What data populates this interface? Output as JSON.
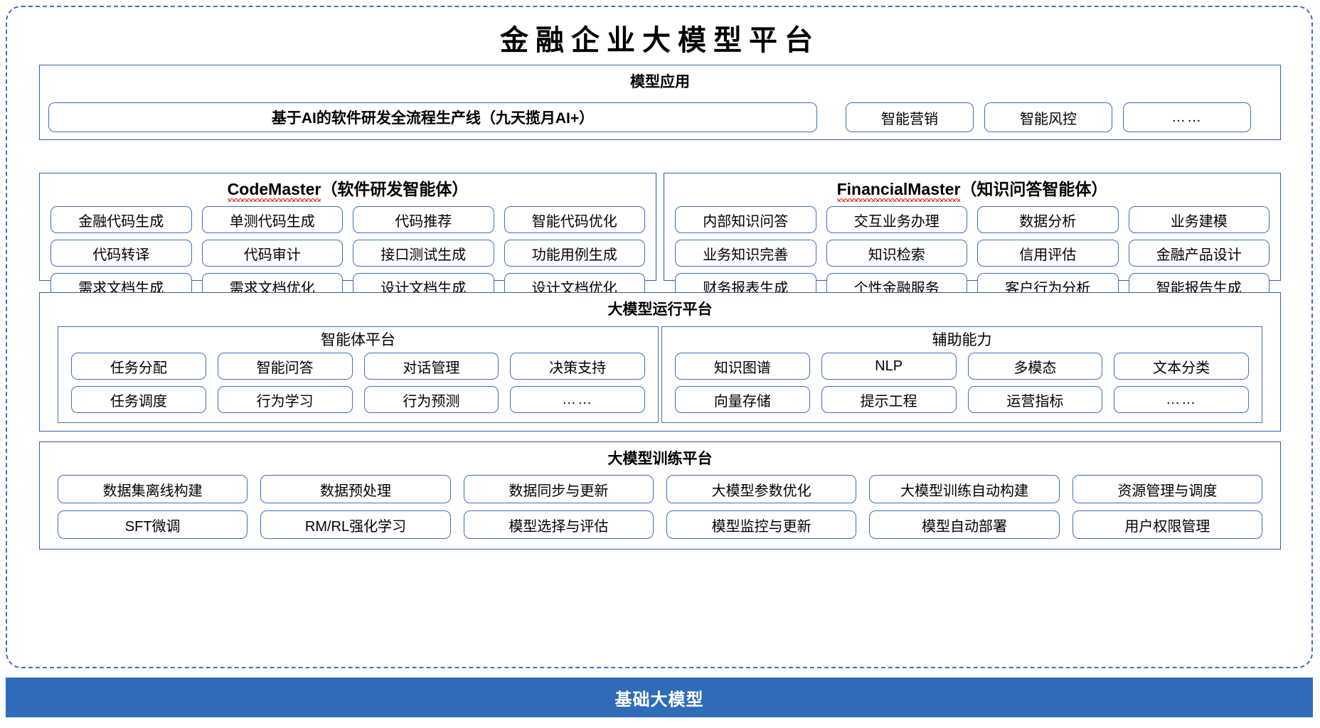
{
  "title": "金融企业大模型平台",
  "colors": {
    "outer_border": "#3d6fc8",
    "panel_border": "#2f5fa8",
    "pill_border": "#3f6fbf",
    "base_bar": "#2e6cb8",
    "spellcheck_squiggle": "#e8251f"
  },
  "sections": {
    "model_application": {
      "title": "模型应用",
      "main_item": "基于AI的软件研发全流程生产线（九天揽月AI+）",
      "items": [
        "智能营销",
        "智能风控",
        "……"
      ]
    },
    "code_master": {
      "latin_name": "CodeMaster",
      "suffix": "（软件研发智能体）",
      "items": [
        "金融代码生成",
        "单测代码生成",
        "代码推荐",
        "智能代码优化",
        "代码转译",
        "代码审计",
        "接口测试生成",
        "功能用例生成",
        "需求文档生成",
        "需求文档优化",
        "设计文档生成",
        "设计文档优化"
      ]
    },
    "financial_master": {
      "latin_name": "FinancialMaster",
      "suffix": "（知识问答智能体）",
      "items": [
        "内部知识问答",
        "交互业务办理",
        "数据分析",
        "业务建模",
        "业务知识完善",
        "知识检索",
        "信用评估",
        "金融产品设计",
        "财务报表生成",
        "个性金融服务",
        "客户行为分析",
        "智能报告生成"
      ]
    },
    "runtime_platform": {
      "title": "大模型运行平台",
      "agent_platform": {
        "title": "智能体平台",
        "items": [
          "任务分配",
          "智能问答",
          "对话管理",
          "决策支持",
          "任务调度",
          "行为学习",
          "行为预测",
          "……"
        ]
      },
      "auxiliary_ability": {
        "title": "辅助能力",
        "items": [
          "知识图谱",
          "NLP",
          "多模态",
          "文本分类",
          "向量存储",
          "提示工程",
          "运营指标",
          "……"
        ]
      }
    },
    "training_platform": {
      "title": "大模型训练平台",
      "items": [
        "数据集离线构建",
        "数据预处理",
        "数据同步与更新",
        "大模型参数优化",
        "大模型训练自动构建",
        "资源管理与调度",
        "SFT微调",
        "RM/RL强化学习",
        "模型选择与评估",
        "模型监控与更新",
        "模型自动部署",
        "用户权限管理"
      ]
    },
    "base_model": {
      "label": "基础大模型"
    }
  }
}
